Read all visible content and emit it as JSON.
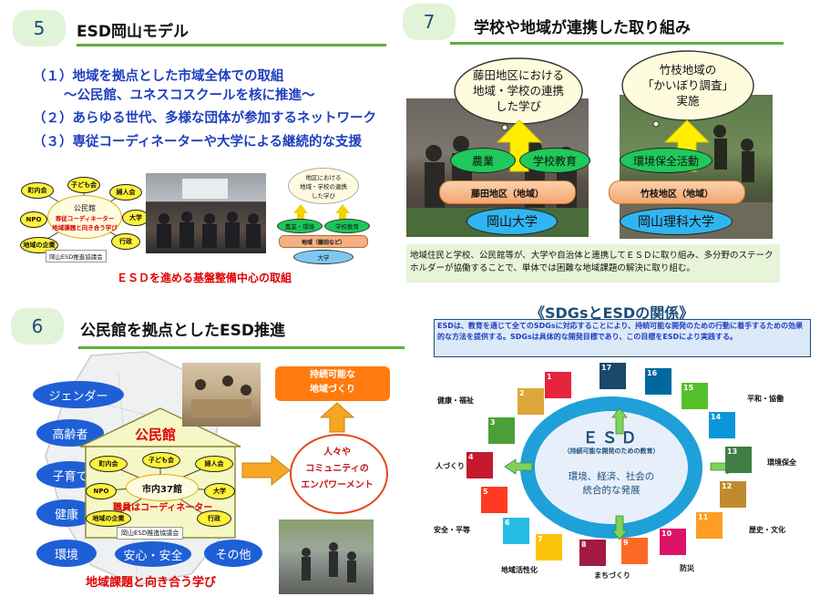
{
  "sec5": {
    "num": "5",
    "title": "ESD岡山モデル",
    "items": [
      "（１）地域を拠点とした市域全体での取組",
      "〜公民館、ユネスコスクールを核に推進〜",
      "（２）あらゆる世代、多様な団体が参加するネットワーク",
      "（３）専従コーディネーターや大学による継続的な支援"
    ],
    "diagram": {
      "center": "公民館",
      "center_sub1": "専従コーディネーター",
      "center_sub2": "地域課題と向き合う学び",
      "nodes": [
        "町内会",
        "子ども会",
        "婦人会",
        "NPO",
        "大学",
        "地域の企業",
        "行政",
        "岡山ESD推進協議会"
      ]
    },
    "mini_cloud": "地区における\n地域・学校の連携\nした学び",
    "mini_left": "農業・環境",
    "mini_right": "学校教育",
    "mini_base": "地域（藤田など）",
    "mini_univ": "大学",
    "caption": "ＥＳＤを進める基盤整備中心の取組"
  },
  "sec7": {
    "num": "7",
    "title": "学校や地域が連携した取り組み",
    "cloud_left": "藤田地区における\n地域・学校の連携\nした学び",
    "cloud_right": "竹枝地域の\n「かいぼり調査」\n実施",
    "left_tags": [
      "農業",
      "学校教育"
    ],
    "right_tag": "環境保全活動",
    "left_base": "藤田地区（地域）",
    "right_base": "竹枝地区（地域）",
    "left_univ": "岡山大学",
    "right_univ": "岡山理科大学",
    "desc": "地域住民と学校、公民館等が、大学や自治体と連携してＥＳＤに取り組み、多分野のステークホルダーが協働することで、単体では困難な地域課題の解決に取り組む。"
  },
  "sec6": {
    "num": "6",
    "title": "公民館を拠点としたESD推進",
    "left_tags": [
      "ジェンダー",
      "高齢者",
      "子育て",
      "健康",
      "環境"
    ],
    "bottom_tags": [
      "安心・安全",
      "その他"
    ],
    "house_title": "公民館",
    "house_center": "市内37館",
    "house_sub": "職員はコーディネーター",
    "house_nodes": [
      "町内会",
      "子ども会",
      "婦人会",
      "NPO",
      "大学",
      "地域の企業",
      "行政",
      "岡山ESD推進協議会"
    ],
    "empower": "人々や\nコミュニティの\nエンパワーメント",
    "goal": "持続可能な\n地域づくり",
    "caption": "地域課題と向き合う学び"
  },
  "sdgs": {
    "title": "《SDGsとESDの関係》",
    "desc": "ESDは、教育を通じて全てのSDGsに対応することにより、持続可能な開発のための行動に着手するための効果的な方法を提供する。SDGsは具体的な開発目標であり、この目標をESDにより実践する。",
    "esd_title": "ＥＳＤ",
    "esd_sub": "（持続可能な開発のための教育）",
    "esd_body": "環境、経済、社会の\n統合的な発展",
    "labels": [
      "健康・福祉",
      "人づくり",
      "安全・平等",
      "地域活性化",
      "まちづくり",
      "防災",
      "歴史・文化",
      "環境保全",
      "平和・協働"
    ],
    "goals": [
      {
        "n": "1",
        "c": "#e5243b"
      },
      {
        "n": "2",
        "c": "#dda63a"
      },
      {
        "n": "3",
        "c": "#4c9f38"
      },
      {
        "n": "4",
        "c": "#c5192d"
      },
      {
        "n": "5",
        "c": "#ff3a21"
      },
      {
        "n": "6",
        "c": "#26bde2"
      },
      {
        "n": "7",
        "c": "#fcc30b"
      },
      {
        "n": "8",
        "c": "#a21942"
      },
      {
        "n": "9",
        "c": "#fd6925"
      },
      {
        "n": "10",
        "c": "#dd1367"
      },
      {
        "n": "11",
        "c": "#fd9d24"
      },
      {
        "n": "12",
        "c": "#bf8b2e"
      },
      {
        "n": "13",
        "c": "#3f7e44"
      },
      {
        "n": "14",
        "c": "#0a97d9"
      },
      {
        "n": "15",
        "c": "#56c02b"
      },
      {
        "n": "16",
        "c": "#00689d"
      },
      {
        "n": "17",
        "c": "#19486a"
      }
    ]
  }
}
